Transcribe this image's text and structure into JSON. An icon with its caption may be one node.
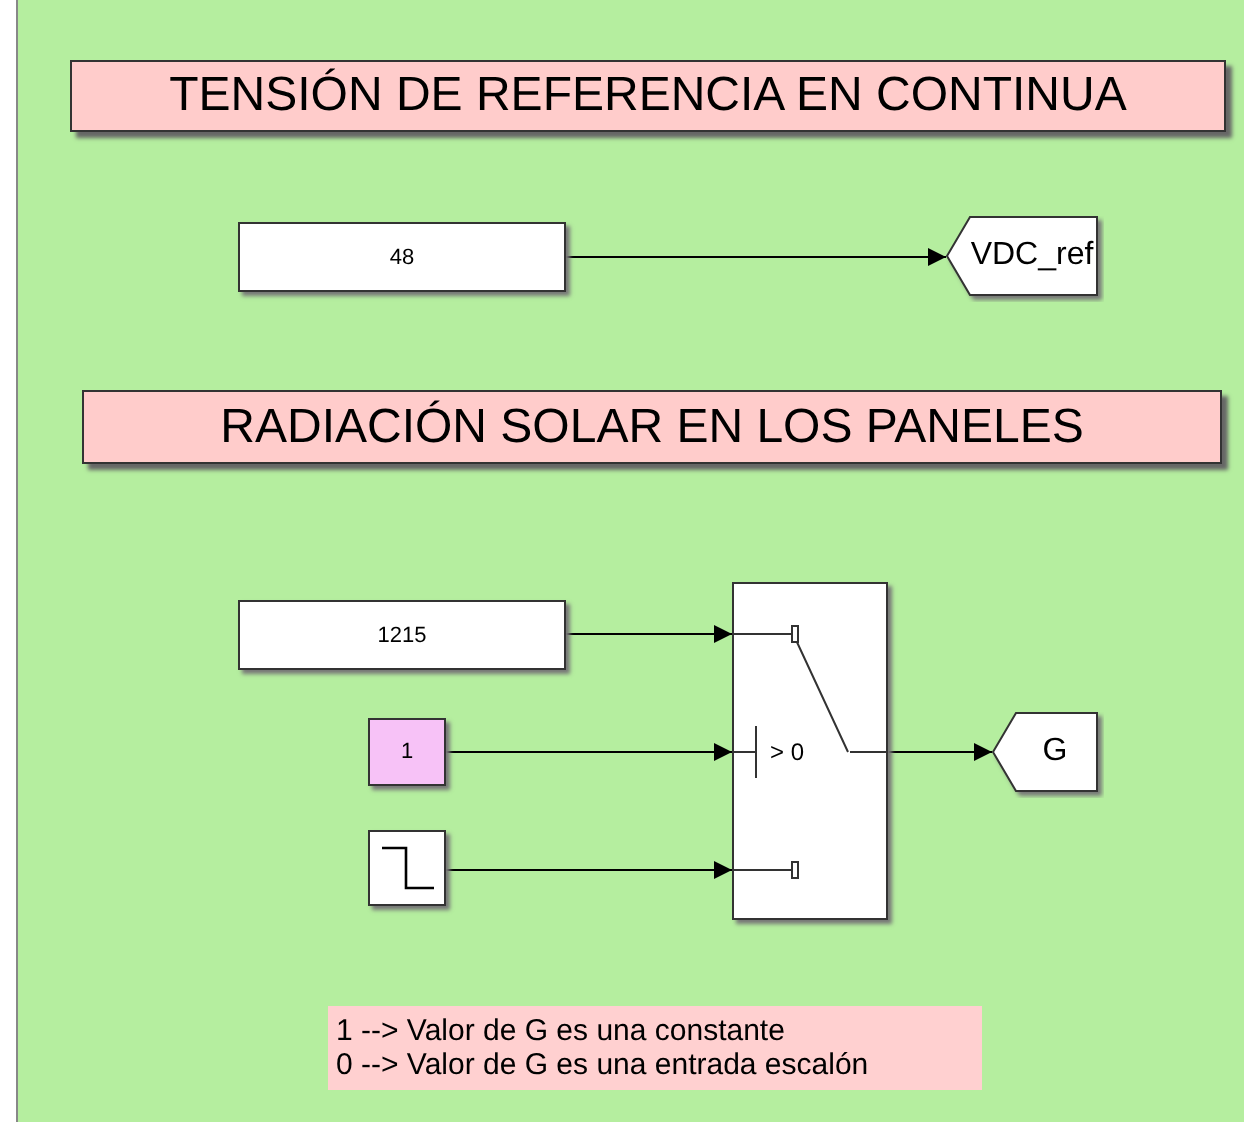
{
  "diagram": {
    "nodes": [
      {
        "text": [
          "TENSIÓN DE REFERENCIA EN CONTINUA"
        ]
      },
      {
        "text": [
          "48"
        ]
      },
      {
        "text": [
          "VDC_ref"
        ]
      },
      {
        "text": [
          "RADIACIÓN SOLAR EN LOS PANELES"
        ]
      },
      {
        "text": [
          "1215"
        ]
      },
      {
        "text": [
          "1"
        ]
      },
      {
        "text": [],
        "shape": "box"
      },
      {
        "text": [
          "> 0"
        ]
      },
      {
        "text": [
          "G"
        ]
      },
      {
        "text": [
          "1 --> Valor de G es una constante",
          "0 --> Valor de G es una entrada escalón"
        ]
      }
    ],
    "edges": [
      {
        "from": 1,
        "to": 2,
        "arrow": "to"
      },
      {
        "from": 4,
        "to": 7,
        "arrow": "to"
      },
      {
        "from": 5,
        "to": 7,
        "arrow": "to"
      },
      {
        "from": 6,
        "to": 7,
        "arrow": "to"
      },
      {
        "from": 7,
        "to": 8,
        "arrow": "to"
      }
    ]
  }
}
